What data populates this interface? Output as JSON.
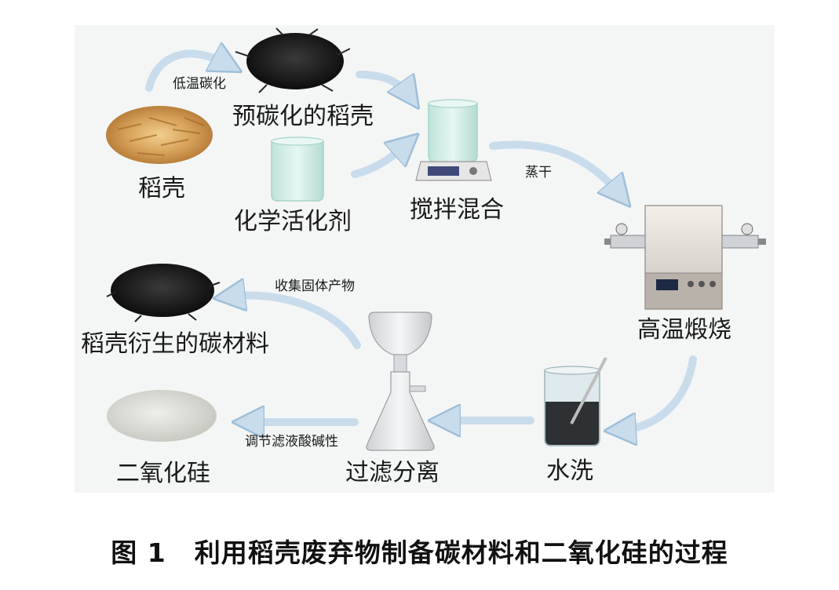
{
  "nodes": {
    "rice_husk": "稻壳",
    "precarbonized_husk": "预碳化的稻壳",
    "chemical_activator": "化学活化剂",
    "stir_mixing": "搅拌混合",
    "high_temp_calcination": "高温煅烧",
    "water_wash": "水洗",
    "filtration_separation": "过滤分离",
    "husk_carbon_material": "稻壳衍生的碳材料",
    "silica": "二氧化硅"
  },
  "arrows": {
    "low_temp_carbonization": "低温碳化",
    "evaporate_dry": "蒸干",
    "collect_solid_product": "收集固体产物",
    "adjust_filtrate_alkalinity": "调节滤液酸碱性"
  },
  "caption": {
    "figure_number": "图 1",
    "title": "利用稻壳废弃物制备碳材料和二氧化硅的过程"
  },
  "colors": {
    "arrow": "#c9dcec",
    "arrow_edge": "#9fbfd9",
    "panel": "#f4f6f6",
    "husk": "#d7a25a",
    "carbon": "#1b1b1b",
    "silica": "#d9dbd4"
  }
}
